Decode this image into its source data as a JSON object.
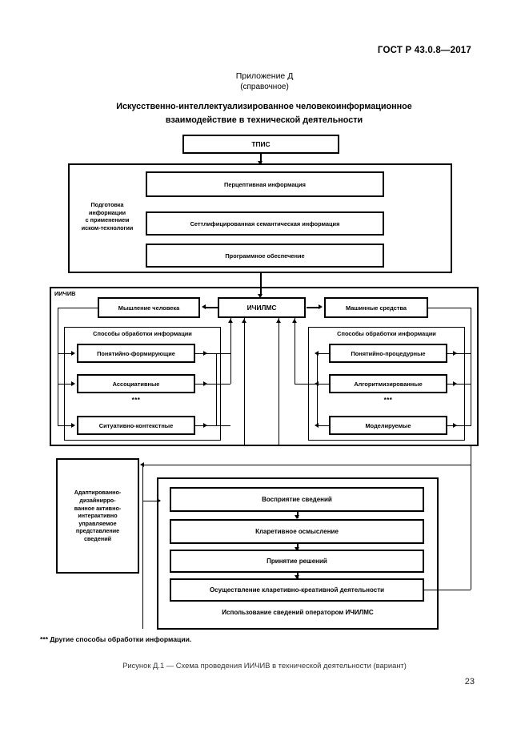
{
  "document": {
    "header_standard": "ГОСТ Р 43.0.8—2017",
    "page_number": "23",
    "appendix_label": "Приложение Д",
    "appendix_kind": "(справочное)",
    "title_line1": "Искусственно-интеллектуализированное человекоинформационное",
    "title_line2": "взаимодействие в технической деятельности",
    "footnote": "*** Другие способы обработки информации.",
    "figure_caption": "Рисунок Д.1 — Схема проведения ИИЧИВ в технической деятельности (вариант)"
  },
  "diagram": {
    "top": {
      "source_box": "ТПИС",
      "group_label_lines": [
        "Подготовка",
        "информации",
        "с применением",
        "иском-технологии"
      ],
      "boxes": [
        "Перцептивная информация",
        "Сеттлифицированная семантическая информация",
        "Программное обеспечение"
      ]
    },
    "middle": {
      "frame_label": "ИИЧИВ",
      "human_node": "Мышление человека",
      "center_node": "ИЧИЛМС",
      "machine_node": "Машинные средства",
      "left_group": {
        "title": "Способы обработки информации",
        "items": [
          "Понятийно-формирующие",
          "Ассоциативные",
          "Ситуативно-контекстные"
        ],
        "ellipsis": "***"
      },
      "right_group": {
        "title": "Способы обработки информации",
        "items": [
          "Понятийно-процедурные",
          "Алгоритмизированные",
          "Моделируемые"
        ],
        "ellipsis": "***"
      }
    },
    "bottom": {
      "left_label_lines": [
        "Адаптированно-",
        "дизайнирро-",
        "ванное активно-",
        "интерактивно",
        "управляемое",
        "представление",
        "сведений"
      ],
      "steps": [
        "Восприятие сведений",
        "Кларетивное осмысление",
        "Принятие решений",
        "Осуществление кларетивно-креативной деятельности"
      ],
      "group_caption": "Использование сведений оператором ИЧИЛМС"
    }
  }
}
